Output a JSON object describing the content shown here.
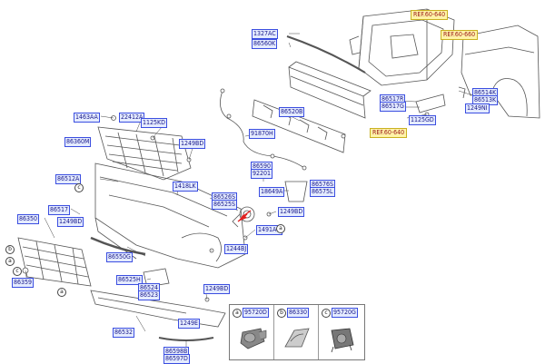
{
  "labels": {
    "p1327AC": "1327AC",
    "p86560K": "86560K",
    "p1463AA": "1463AA",
    "p22412A": "22412A",
    "p1125KD": "1125KD",
    "p86360M": "86360M",
    "p1249BD_a": "1249BD",
    "p86520B": "86520B",
    "p91870H": "91870H",
    "p86517R": "86517R",
    "p86517G": "86517G",
    "p1125GD": "1125GD",
    "p86514K": "86514K",
    "p86513K": "86513K",
    "p1249NI": "1249NI",
    "p86512A": "86512A",
    "p1418LK": "1418LK",
    "p86590": "86590",
    "p92201": "92201",
    "p18649A": "18649A",
    "p86576S": "86576S",
    "p86575L": "86575L",
    "p86526S": "86526S",
    "p86525S": "86525S",
    "p1249BD_b": "1249BD",
    "p1491AD": "1491AD",
    "p86517": "86517",
    "p86350": "86350",
    "p1249BD_c": "1249BD",
    "p86550G": "86550G",
    "p1244BJ": "1244BJ",
    "p86359": "86359",
    "p86525H": "86525H",
    "p86524": "86524",
    "p86523": "86523",
    "p1249BD_d": "1249BD",
    "p1249E": "1249E",
    "p86532": "86532",
    "p86598B": "86598B",
    "p86597D": "86597D"
  },
  "refs": {
    "ref1": "REF.60-640",
    "ref2": "REF.60-660",
    "ref3": "REF.60-640"
  },
  "inset": {
    "cells": [
      {
        "letter": "a",
        "part": "95720D"
      },
      {
        "letter": "b",
        "part": "86330"
      },
      {
        "letter": "c",
        "part": "95720G"
      }
    ]
  },
  "callouts": {
    "a1": "a",
    "b1": "b",
    "c1": "c",
    "a2": "a",
    "a3": "a",
    "c2": "c"
  }
}
